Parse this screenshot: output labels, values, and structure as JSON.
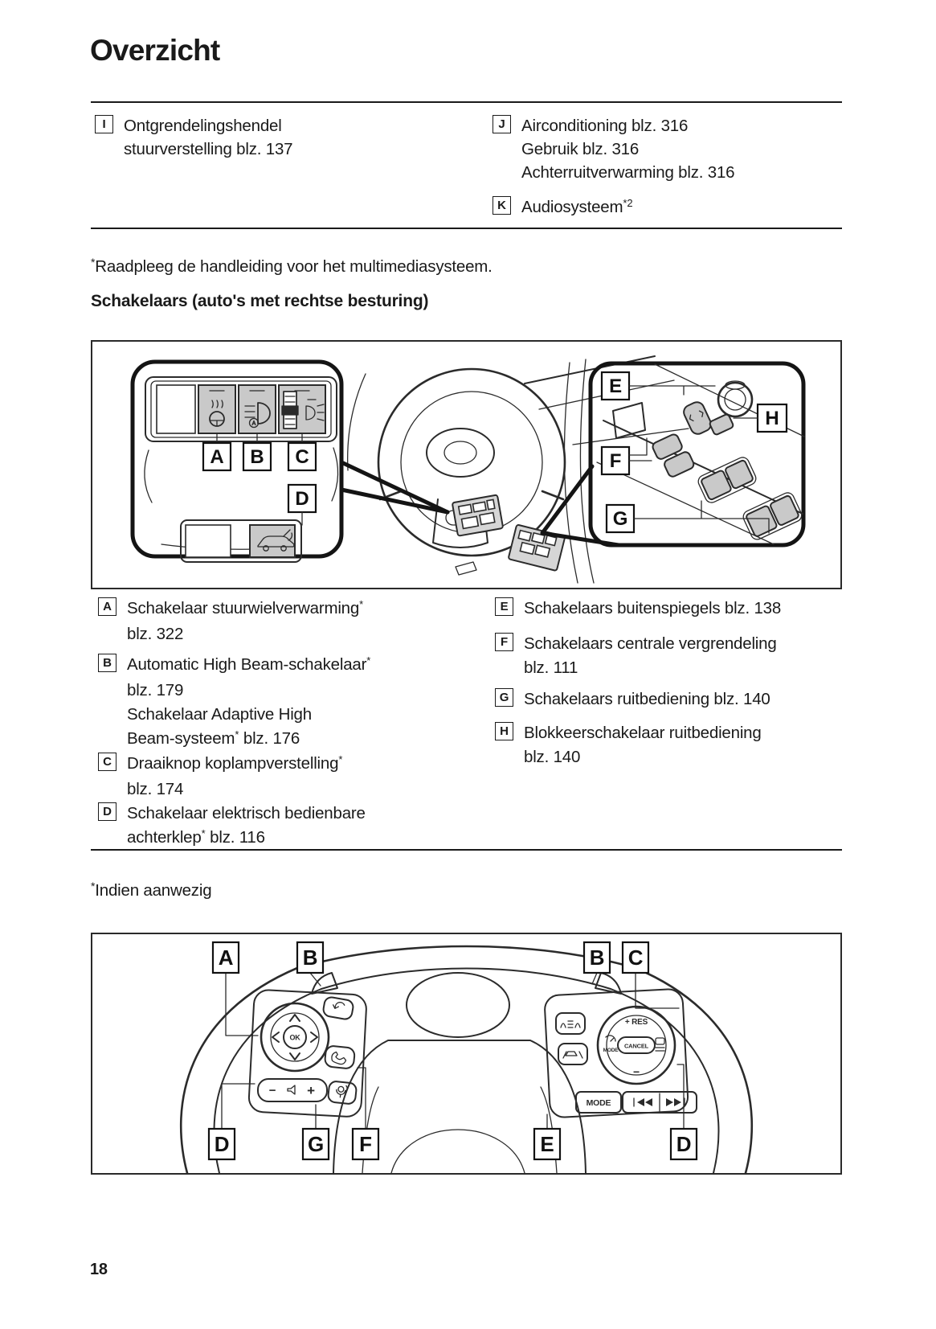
{
  "page": {
    "title": "Overzicht",
    "number": "18"
  },
  "top_items": {
    "I": {
      "key": "I",
      "line1": "Ontgrendelingshendel",
      "line2": "stuurverstelling blz. 137"
    },
    "J": {
      "key": "J",
      "line1": "Airconditioning blz. 316",
      "line2": "Gebruik blz. 316",
      "line3": "Achterruitverwarming blz. 316"
    },
    "K": {
      "key": "K",
      "label": "Audiosysteem",
      "sup": "*2"
    }
  },
  "footnote_multimedia": {
    "sup": "*",
    "text": "Raadpleeg de handleiding voor het multimediasysteem."
  },
  "heading_switches": "Schakelaars (auto's met rechtse besturing)",
  "switch_items": {
    "A": {
      "key": "A",
      "line1": "Schakelaar stuurwielverwarming",
      "line1_sup": "*",
      "line2": "blz. 322"
    },
    "B": {
      "key": "B",
      "line1": "Automatic High Beam-schakelaar",
      "line1_sup": "*",
      "line2": "blz. 179",
      "line3": "Schakelaar Adaptive High",
      "line4a": "Beam-systeem",
      "line4_sup": "*",
      "line4b": " blz. 176"
    },
    "C": {
      "key": "C",
      "line1": "Draaiknop koplampverstelling",
      "line1_sup": "*",
      "line2": "blz. 174"
    },
    "D": {
      "key": "D",
      "line1": "Schakelaar elektrisch bedienbare",
      "line2a": "achterklep",
      "line2_sup": "*",
      "line2b": " blz. 116"
    },
    "E": {
      "key": "E",
      "line1": "Schakelaars buitenspiegels blz. 138"
    },
    "F": {
      "key": "F",
      "line1": "Schakelaars centrale vergrendeling",
      "line2": "blz. 111"
    },
    "G": {
      "key": "G",
      "line1": "Schakelaars ruitbediening blz. 140"
    },
    "H": {
      "key": "H",
      "line1": "Blokkeerschakelaar ruitbediening",
      "line2": "blz. 140"
    }
  },
  "footnote_present": {
    "sup": "*",
    "text": "Indien aanwezig"
  },
  "diagram1": {
    "labels": {
      "A": "A",
      "B": "B",
      "C": "C",
      "D": "D",
      "E": "E",
      "F": "F",
      "G": "G",
      "H": "H"
    }
  },
  "diagram2": {
    "labels_top": [
      "A",
      "B",
      "B",
      "C"
    ],
    "labels_bottom": [
      "D",
      "G",
      "F",
      "E",
      "D"
    ],
    "buttons": {
      "ok": "OK",
      "volume_minus": "−",
      "volume_plus": "+",
      "res": "+ RES",
      "cancel": "CANCEL",
      "set_minus": "−",
      "mode_small": "MODE",
      "mode": "MODE"
    }
  },
  "colors": {
    "line_art": "#2b2b2b",
    "button_fill": "#c9c9c9",
    "panel_fill": "#d6d6d6"
  }
}
